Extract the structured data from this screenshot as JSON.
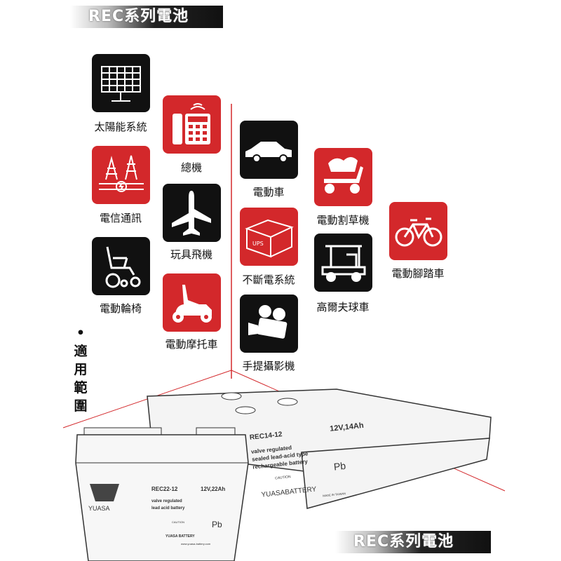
{
  "banner_top": "REC系列電池",
  "banner_bottom": "REC系列電池",
  "side_heading": "•適用範圍",
  "applications": [
    {
      "label": "太陽能系統",
      "icon": "solar-panel-icon",
      "color": "#111111"
    },
    {
      "label": "總機",
      "icon": "telephone-icon",
      "color": "#d3282b"
    },
    {
      "label": "電信通訊",
      "icon": "telecom-tower-icon",
      "color": "#d3282b"
    },
    {
      "label": "玩具飛機",
      "icon": "airplane-icon",
      "color": "#111111"
    },
    {
      "label": "電動輪椅",
      "icon": "wheelchair-icon",
      "color": "#111111"
    },
    {
      "label": "電動摩托車",
      "icon": "scooter-icon",
      "color": "#d3282b"
    },
    {
      "label": "電動車",
      "icon": "car-icon",
      "color": "#111111"
    },
    {
      "label": "不斷電系統",
      "icon": "ups-box-icon",
      "color": "#d3282b"
    },
    {
      "label": "手提攝影機",
      "icon": "video-camera-icon",
      "color": "#111111"
    },
    {
      "label": "電動割草機",
      "icon": "lawn-mower-icon",
      "color": "#d3282b"
    },
    {
      "label": "高爾夫球車",
      "icon": "golf-cart-icon",
      "color": "#111111"
    },
    {
      "label": "電動腳踏車",
      "icon": "bicycle-icon",
      "color": "#d3282b"
    }
  ],
  "battery_front": {
    "brand": "YUASA",
    "model": "REC22-12",
    "rating": "12V,22Ah",
    "desc1": "valve regulated",
    "desc2": "lead acid battery",
    "caution": "CAUTION",
    "footer": "YUASA BATTERY",
    "web": "www.yuasa-battery.com",
    "pb": "Pb"
  },
  "battery_back": {
    "model": "REC14-12",
    "rating": "12V,14Ah",
    "desc1": "valve regulated",
    "desc2": "sealed lead-acid type",
    "desc3": "rechargeable battery",
    "caution": "CAUTION",
    "footer": "YUASABATTERY",
    "made": "MADE IN TAIWAN",
    "pb": "Pb"
  }
}
